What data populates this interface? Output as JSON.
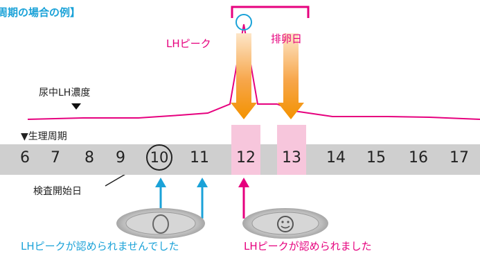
{
  "title": "周期の場合の例】",
  "lh_concentration_label": "尿中LH濃度",
  "cycle_label": "▼生理周期",
  "days": [
    "6",
    "7",
    "8",
    "9",
    "10",
    "11",
    "12",
    "13",
    "14",
    "15",
    "16",
    "17"
  ],
  "circled_day": "10",
  "start_day_label": "検査開始日",
  "lh_peak_label": "LHピーク",
  "ovulation_label": "排卵日",
  "result_negative": "LHピークが認められませんでした",
  "result_positive": "LHピークが認められました",
  "colors": {
    "blue": "#1aa2d8",
    "pink": "#e6007e",
    "orange": "#f39200",
    "band": "#cfcfcf",
    "pink_block": "#f7c6dc"
  },
  "icons": {
    "negative_test_window": "circle-result-icon",
    "positive_test_window": "smiley-result-icon"
  }
}
